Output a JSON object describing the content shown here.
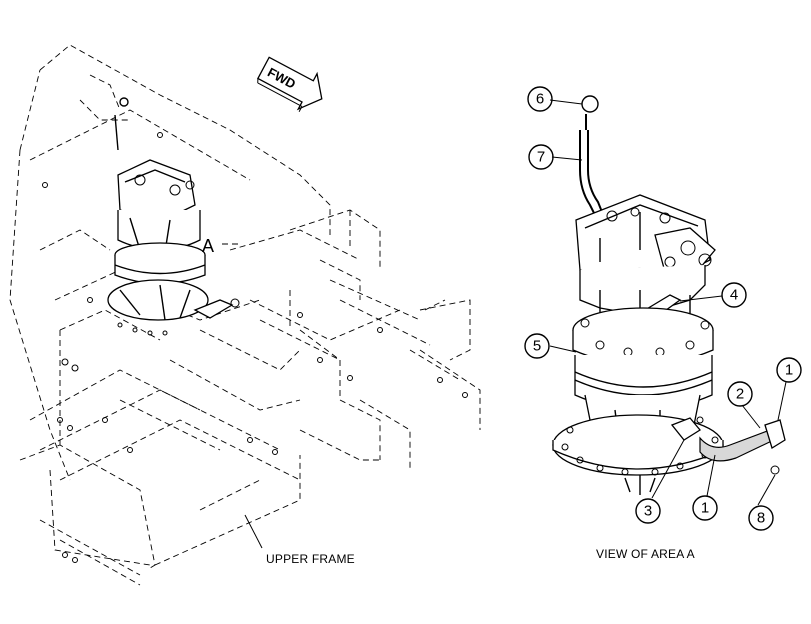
{
  "labels": {
    "fwd": "FWD",
    "area_marker": "A",
    "upper_frame": "UPPER FRAME",
    "view_caption": "VIEW OF AREA A"
  },
  "callouts": [
    "6",
    "7",
    "4",
    "5",
    "1",
    "2",
    "3",
    "1",
    "8"
  ],
  "colors": {
    "line": "#000000",
    "background": "#ffffff",
    "shade": "#d8d8d8"
  }
}
